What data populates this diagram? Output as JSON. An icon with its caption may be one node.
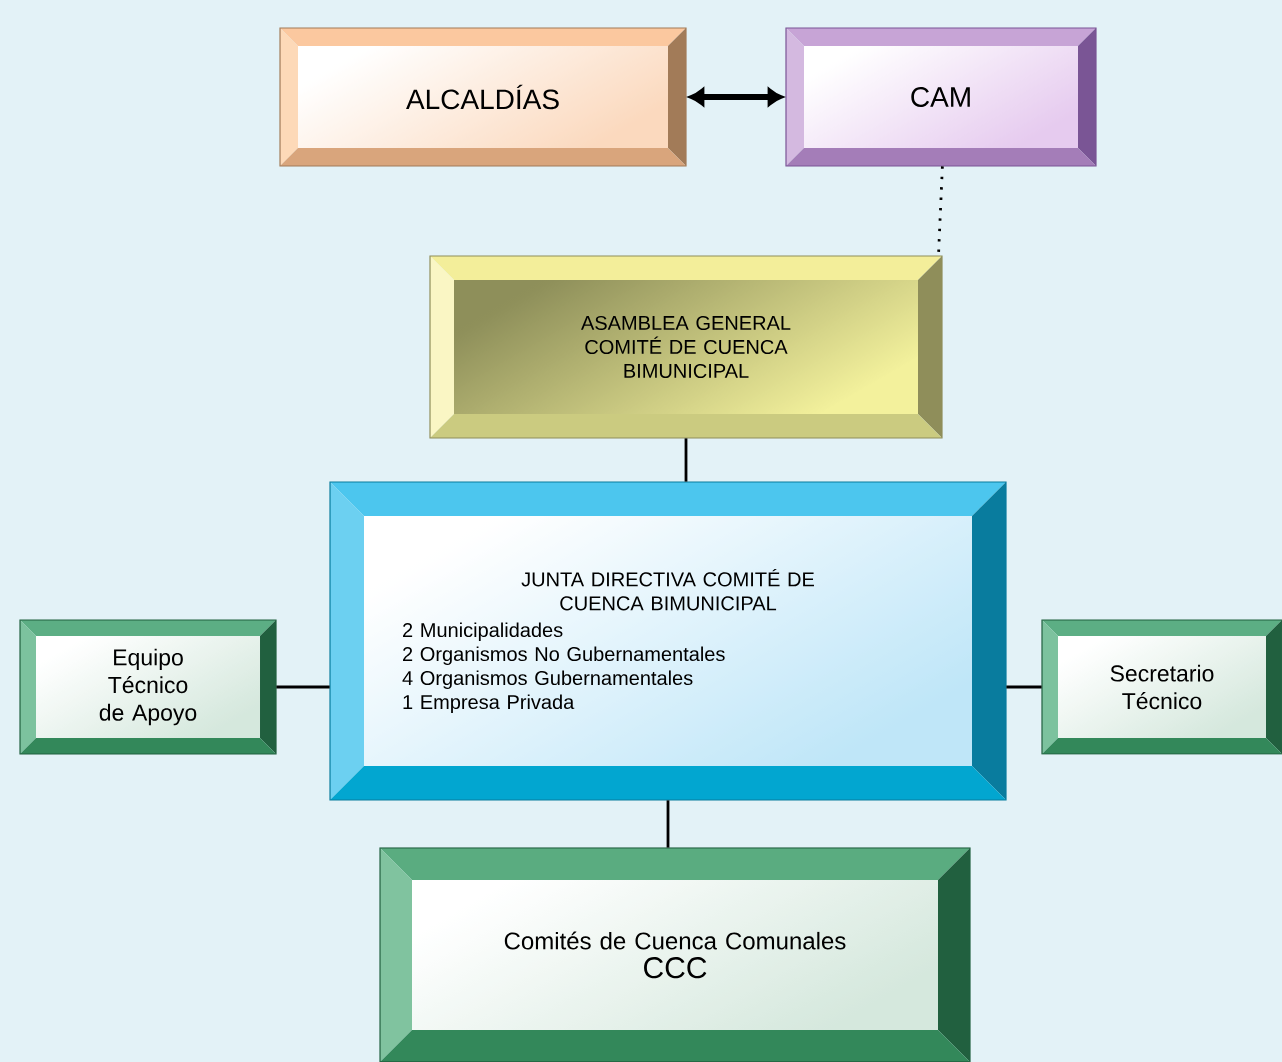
{
  "diagram": {
    "nodes": [
      {
        "text": [
          "ALCALDÍAS"
        ]
      },
      {
        "text": [
          "CAM"
        ]
      },
      {
        "text": [
          "ASAMBLEA GENERAL COMITÉ DE CUENCA BIMUNICIPAL"
        ]
      },
      {
        "text": [
          "JUNTA DIRECTIVA COMITÉ DE CUENCA BIMUNICIPAL",
          "2 Municipalidades",
          "2 Organismos No Gubernamentales",
          "4 Organismos Gubernamentales",
          "1 Empresa Privada"
        ]
      },
      {
        "text": [
          "Equipo Técnico de Apoyo"
        ]
      },
      {
        "text": [
          "Secretario Técnico"
        ]
      },
      {
        "text": [
          "Comités de Cuenca Comunales",
          "CCC"
        ]
      }
    ],
    "edges": [
      {
        "from": 0,
        "to": 1,
        "arrow": "both",
        "style": "thick"
      },
      {
        "from": 1,
        "to": 2,
        "arrow": "none",
        "style": "dashed"
      },
      {
        "from": 2,
        "to": 3,
        "arrow": "none"
      },
      {
        "from": 3,
        "to": 4,
        "arrow": "none"
      },
      {
        "from": 3,
        "to": 5,
        "arrow": "none"
      },
      {
        "from": 3,
        "to": 6,
        "arrow": "none"
      }
    ]
  }
}
